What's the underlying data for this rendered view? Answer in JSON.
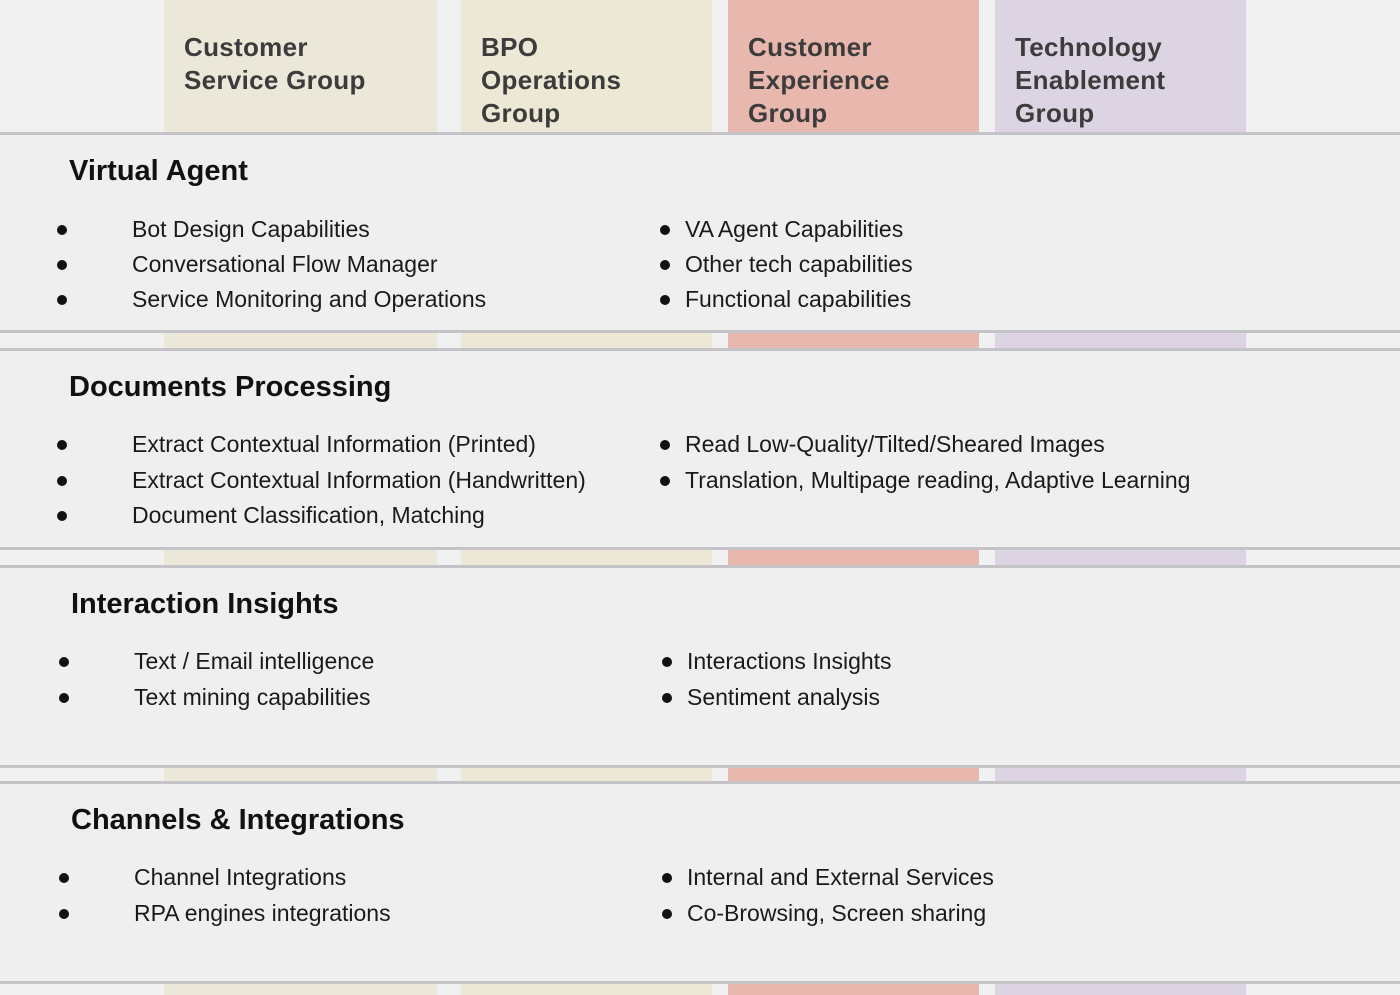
{
  "groups": [
    {
      "lines": [
        "Customer",
        "Service Group"
      ],
      "color": "#ebe8d9"
    },
    {
      "lines": [
        "BPO",
        "Operations",
        "Group"
      ],
      "color": "#ece8d5"
    },
    {
      "lines": [
        "Customer",
        "Experience",
        "Group"
      ],
      "color": "#e8b7ae"
    },
    {
      "lines": [
        "Technology",
        "Enablement",
        "Group"
      ],
      "color": "#dcd4e3"
    }
  ],
  "sections": [
    {
      "title": "Virtual Agent",
      "left_items": [
        "Bot Design Capabilities",
        "Conversational Flow Manager",
        "Service Monitoring and Operations"
      ],
      "right_items": [
        "VA Agent Capabilities",
        "Other tech capabilities",
        "Functional capabilities"
      ]
    },
    {
      "title": "Documents Processing",
      "left_items": [
        "Extract Contextual Information (Printed)",
        "Extract Contextual Information (Handwritten)",
        "Document Classification, Matching"
      ],
      "right_items": [
        "Read Low-Quality/Tilted/Sheared Images",
        "Translation, Multipage reading, Adaptive Learning"
      ]
    },
    {
      "title": "Interaction Insights",
      "left_items": [
        "Text / Email intelligence",
        "Text mining capabilities"
      ],
      "right_items": [
        "Interactions Insights",
        "Sentiment analysis"
      ]
    },
    {
      "title": "Channels & Integrations",
      "left_items": [
        "Channel Integrations",
        "RPA engines integrations"
      ],
      "right_items": [
        "Internal and External Services",
        "Co-Browsing, Screen sharing"
      ]
    }
  ]
}
